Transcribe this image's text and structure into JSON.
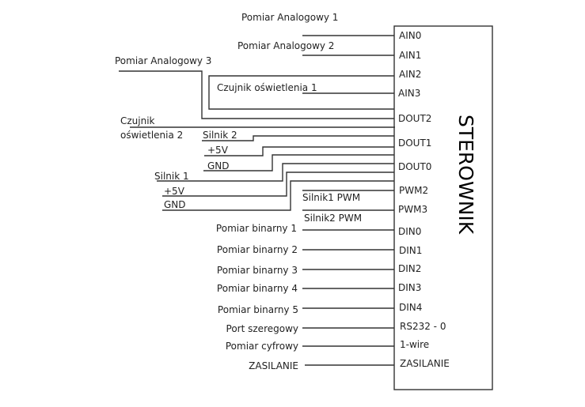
{
  "controller": {
    "title": "STEROWNIK",
    "pins": [
      "AIN0",
      "AIN1",
      "AIN2",
      "AIN3",
      "DOUT2",
      "DOUT1",
      "DOUT0",
      "PWM2",
      "PWM3",
      "DIN0",
      "DIN1",
      "DIN2",
      "DIN3",
      "DIN4",
      "RS232 - 0",
      "1-wire",
      "ZASILANIE"
    ]
  },
  "signals": {
    "analog1": "Pomiar Analogowy 1",
    "analog2": "Pomiar Analogowy 2",
    "analog3": "Pomiar Analogowy 3",
    "light1": "Czujnik oświetlenia 1",
    "light2_line1": "Czujnik",
    "light2_line2": "oświetlenia 2",
    "motor2": "Silnik 2",
    "motor2_vcc": "+5V",
    "motor2_gnd": "GND",
    "motor1": "Silnik 1",
    "motor1_vcc": "+5V",
    "motor1_gnd": "GND",
    "motor1_pwm": "Silnik1 PWM",
    "motor2_pwm": "Silnik2 PWM",
    "binary": [
      "Pomiar binarny 1",
      "Pomiar binarny 2",
      "Pomiar binarny 3",
      "Pomiar binarny 4",
      "Pomiar binarny 5"
    ],
    "serial": "Port szeregowy",
    "digital": "Pomiar cyfrowy",
    "power": "ZASILANIE"
  }
}
